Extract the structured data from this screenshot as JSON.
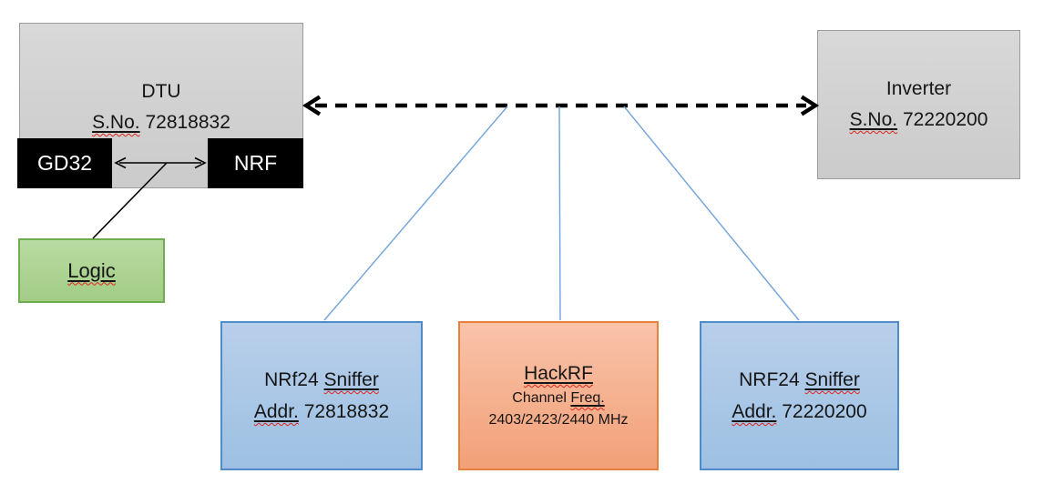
{
  "diagram": {
    "dtu": {
      "title": "DTU",
      "serial_label": "S.No.",
      "serial": "72818832"
    },
    "gd32_label": "GD32",
    "nrf_label": "NRF",
    "logic_label": "Logic",
    "inverter": {
      "title": "Inverter",
      "serial_label": "S.No.",
      "serial": "72220200"
    },
    "sniffer_left": {
      "name": "NRf24",
      "name2": "Sniffer",
      "addr_label": "Addr.",
      "addr": "72818832"
    },
    "hackrf": {
      "title": "HackRF",
      "freq_label_1": "Channel",
      "freq_label_2": "Freq.",
      "frequencies": "2403/2423/2440 MHz"
    },
    "sniffer_right": {
      "name": "NRF24",
      "name2": "Sniffer",
      "addr_label": "Addr.",
      "addr": "72220200"
    },
    "connections": [
      {
        "from": "DTU",
        "to": "Inverter",
        "style": "dashed-double-arrow"
      },
      {
        "from": "GD32",
        "to": "NRF",
        "style": "double-arrow"
      },
      {
        "from": "GD32-NRF link",
        "to": "Logic",
        "style": "line"
      },
      {
        "from": "DTU-Inverter link",
        "to": "NRf24 Sniffer Addr. 72818832",
        "style": "line"
      },
      {
        "from": "DTU-Inverter link",
        "to": "HackRF",
        "style": "line"
      },
      {
        "from": "DTU-Inverter link",
        "to": "NRF24 Sniffer Addr. 72220200",
        "style": "line"
      }
    ]
  },
  "colors": {
    "text": "#151515",
    "gray-fill-top": "#d8d8d8",
    "gray-fill-bottom": "#cbcbcb",
    "gray-border": "#9c9c9c",
    "green-fill-top": "#b9dba2",
    "green-fill-bottom": "#a2cc86",
    "green-border": "#6fae4e",
    "blue-fill-top": "#b8cfea",
    "blue-fill-bottom": "#9dc0e2",
    "blue-border": "#4e8bc8",
    "orange-fill-top": "#f9c3aa",
    "orange-fill-bottom": "#f2a077",
    "orange-border": "#e5813c",
    "line-blue": "#6fa3dc",
    "squiggle": "#e0241b"
  }
}
